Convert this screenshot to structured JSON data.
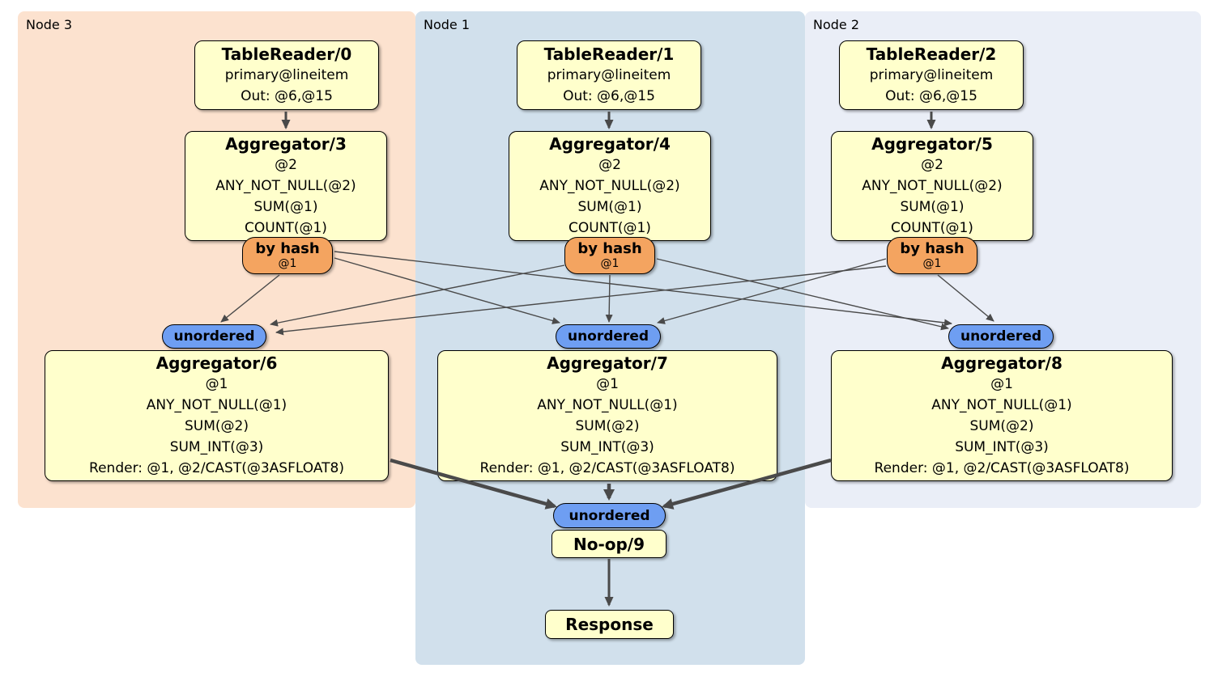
{
  "regions": {
    "node3": {
      "label": "Node 3",
      "bg": "#fce2cf"
    },
    "node1": {
      "label": "Node 1",
      "bg": "#d1e0ec"
    },
    "node2": {
      "label": "Node 2",
      "bg": "#eaeef7"
    }
  },
  "processors": {
    "tr0": {
      "title": "TableReader/0",
      "lines": [
        "primary@lineitem",
        "Out: @6,@15"
      ]
    },
    "tr1": {
      "title": "TableReader/1",
      "lines": [
        "primary@lineitem",
        "Out: @6,@15"
      ]
    },
    "tr2": {
      "title": "TableReader/2",
      "lines": [
        "primary@lineitem",
        "Out: @6,@15"
      ]
    },
    "agg3": {
      "title": "Aggregator/3",
      "lines": [
        "@2",
        "ANY_NOT_NULL(@2)",
        "SUM(@1)",
        "COUNT(@1)"
      ]
    },
    "agg4": {
      "title": "Aggregator/4",
      "lines": [
        "@2",
        "ANY_NOT_NULL(@2)",
        "SUM(@1)",
        "COUNT(@1)"
      ]
    },
    "agg5": {
      "title": "Aggregator/5",
      "lines": [
        "@2",
        "ANY_NOT_NULL(@2)",
        "SUM(@1)",
        "COUNT(@1)"
      ]
    },
    "agg6": {
      "title": "Aggregator/6",
      "lines": [
        "@1",
        "ANY_NOT_NULL(@1)",
        "SUM(@2)",
        "SUM_INT(@3)",
        "Render: @1, @2/CAST(@3ASFLOAT8)"
      ]
    },
    "agg7": {
      "title": "Aggregator/7",
      "lines": [
        "@1",
        "ANY_NOT_NULL(@1)",
        "SUM(@2)",
        "SUM_INT(@3)",
        "Render: @1, @2/CAST(@3ASFLOAT8)"
      ]
    },
    "agg8": {
      "title": "Aggregator/8",
      "lines": [
        "@1",
        "ANY_NOT_NULL(@1)",
        "SUM(@2)",
        "SUM_INT(@3)",
        "Render: @1, @2/CAST(@3ASFLOAT8)"
      ]
    },
    "noop": {
      "title": "No-op/9"
    },
    "response": {
      "title": "Response"
    }
  },
  "routers": {
    "hash3": {
      "label": "by hash",
      "detail": "@1"
    },
    "hash4": {
      "label": "by hash",
      "detail": "@1"
    },
    "hash5": {
      "label": "by hash",
      "detail": "@1"
    }
  },
  "synchronizers": {
    "u1": {
      "label": "unordered"
    },
    "u2": {
      "label": "unordered"
    },
    "u3": {
      "label": "unordered"
    },
    "u4": {
      "label": "unordered"
    }
  },
  "colors": {
    "node3_bg": "#fce2cf",
    "node1_bg": "#d1e0ec",
    "node2_bg": "#eaeef7",
    "processor_fill": "#ffffcc",
    "router_fill": "#f4a460",
    "sync_fill": "#6e9ef2",
    "edge_color": "#4a4a4a",
    "text_color": "#000000"
  }
}
